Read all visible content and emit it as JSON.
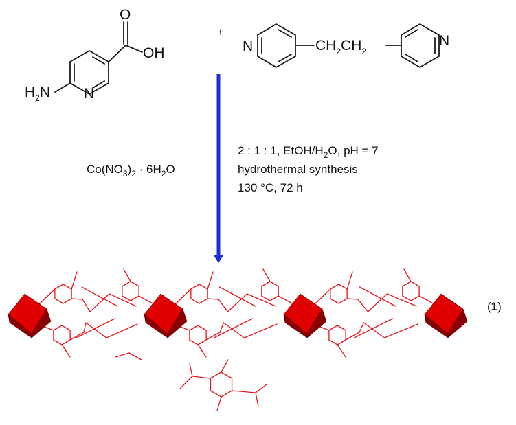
{
  "reactant_left": {
    "amine": "H",
    "amine_sub": "2",
    "amine_tail": "N",
    "ring_n": "N",
    "carbonyl_o": "O",
    "hydroxyl": "OH"
  },
  "plus_sign": "+",
  "reactant_right": {
    "ring_n_left": "N",
    "ring_n_right": "N",
    "linker": {
      "ch_a": "CH",
      "sub_a": "2",
      "ch_b": "CH",
      "sub_b": "2"
    }
  },
  "reagent": {
    "part1": "Co(NO",
    "sub1": "3",
    "part2": ")",
    "sub2": "2",
    "part3": " · 6H",
    "sub3": "2",
    "part4": "O"
  },
  "conditions": {
    "line1_a": "2 : 1 : 1, EtOH/H",
    "line1_sub": "2",
    "line1_b": "O, pH = 7",
    "line2": "hydrothermal synthesis",
    "line3": "130 °C, 72 h"
  },
  "product_label": {
    "open": "(",
    "number": "1",
    "close": ")"
  },
  "colors": {
    "arrow": "#1a2fd6",
    "framework": "#e8141b",
    "polyhedron": "#e00000",
    "polyhedron_dark": "#8a0000",
    "text": "#111111"
  }
}
